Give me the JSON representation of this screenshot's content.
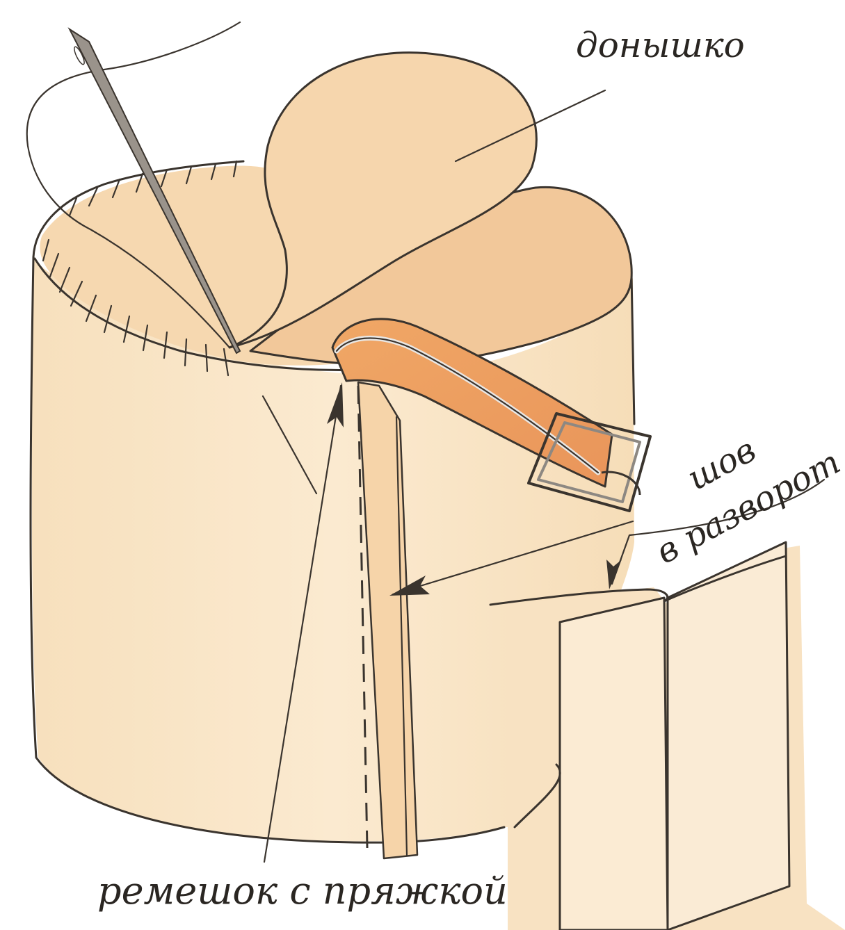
{
  "labels": {
    "bottom_piece": "донышко",
    "seam_line1": "шов",
    "seam_line2": "в разворот",
    "strap": "ремешок с пряжкой"
  },
  "colors": {
    "paper": "#ffffff",
    "body_fill": "#f9e6c8",
    "shade_fill": "#f3cfa3",
    "strap_fill": "#eda060",
    "ink": "#3a342e"
  }
}
